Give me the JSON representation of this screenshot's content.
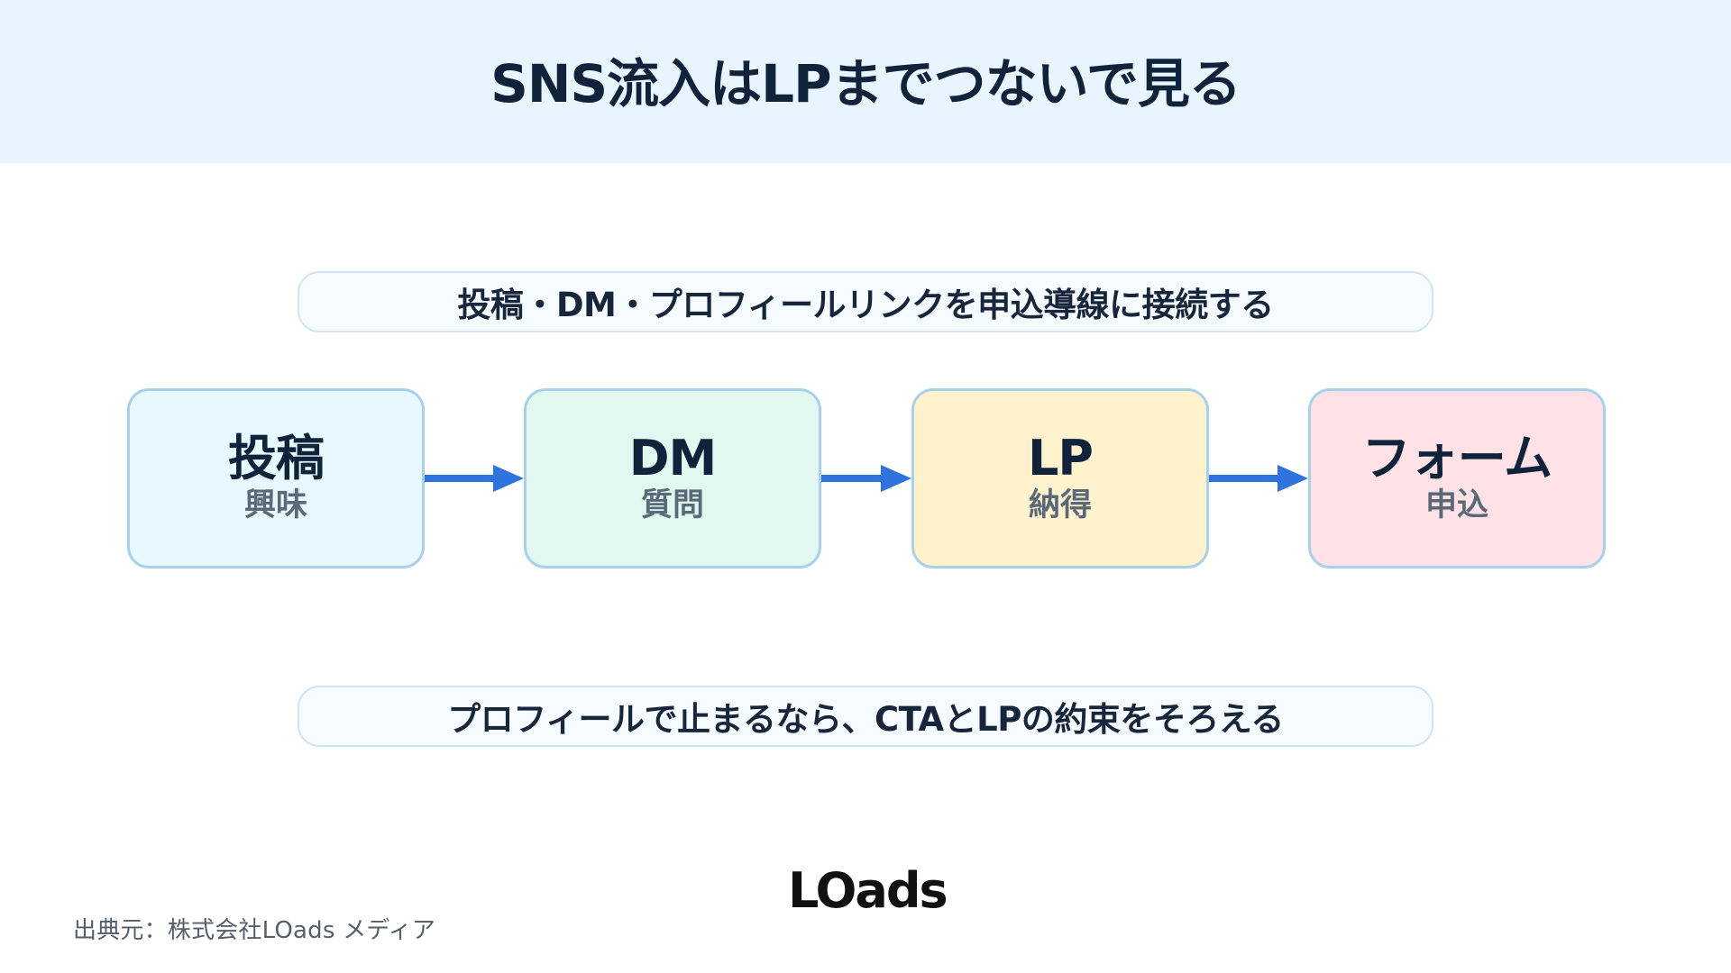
{
  "header": {
    "title": "SNS流入はLPまでつないで見る"
  },
  "top_note": "投稿・DM・プロフィールリンクを申込導線に接続する",
  "steps": [
    {
      "main": "投稿",
      "sub": "興味"
    },
    {
      "main": "DM",
      "sub": "質問"
    },
    {
      "main": "LP",
      "sub": "納得"
    },
    {
      "main": "フォーム",
      "sub": "申込"
    }
  ],
  "bottom_note": "プロフィールで止まるなら、CTAとLPの約束をそろえる",
  "footer": {
    "logo": "LOads",
    "source": "出典元：株式会社LOads メディア"
  },
  "colors": {
    "header_bg": "#e8f5fe",
    "arrow": "#2f74dc",
    "step_1": "#e8f8ff",
    "step_2": "#e1f7ef",
    "step_3": "#fff2cc",
    "step_4": "#ffe1e6",
    "text_dark": "#10233b",
    "text_sub": "#5a6978"
  },
  "icons": {
    "connector": "right-arrow-icon"
  }
}
